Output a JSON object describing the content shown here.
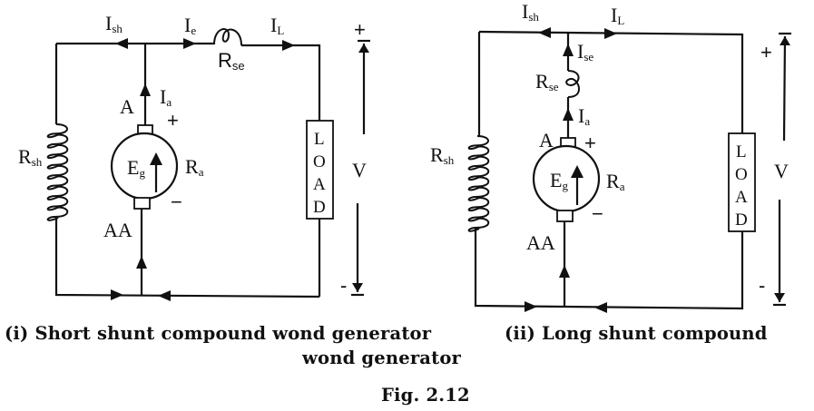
{
  "figure": {
    "number_label": "Fig. 2.12",
    "diagrams": [
      {
        "id": "short-shunt",
        "caption_line1": "(i) Short shunt compound wond generator",
        "caption_line2": "wond generator",
        "labels": {
          "i_sh": "I",
          "i_sh_sub": "sh",
          "i_e": "I",
          "i_e_sub": "e",
          "i_l": "I",
          "i_l_sub": "L",
          "r_se": "R",
          "r_se_sub": "se",
          "r_sh": "R",
          "r_sh_sub": "sh",
          "i_a": "I",
          "i_a_sub": "a",
          "terminal_a": "A",
          "terminal_aa": "AA",
          "e_g": "E",
          "e_g_sub": "g",
          "r_a": "R",
          "r_a_sub": "a",
          "plus": "+",
          "minus": "−",
          "load": [
            "L",
            "O",
            "A",
            "D"
          ],
          "v": "V",
          "v_plus": "+",
          "v_minus": "-"
        }
      },
      {
        "id": "long-shunt",
        "caption_line1": "(ii) Long shunt compound",
        "labels": {
          "i_sh": "I",
          "i_sh_sub": "sh",
          "i_l": "I",
          "i_l_sub": "L",
          "i_se": "I",
          "i_se_sub": "se",
          "r_se": "R",
          "r_se_sub": "se",
          "r_sh": "R",
          "r_sh_sub": "sh",
          "i_a": "I",
          "i_a_sub": "a",
          "terminal_a": "A",
          "terminal_aa": "AA",
          "e_g": "E",
          "e_g_sub": "g",
          "r_a": "R",
          "r_a_sub": "a",
          "plus": "+",
          "minus": "−",
          "load": [
            "L",
            "O",
            "A",
            "D"
          ],
          "v": "V",
          "v_plus": "+",
          "v_minus": "-"
        }
      }
    ]
  }
}
